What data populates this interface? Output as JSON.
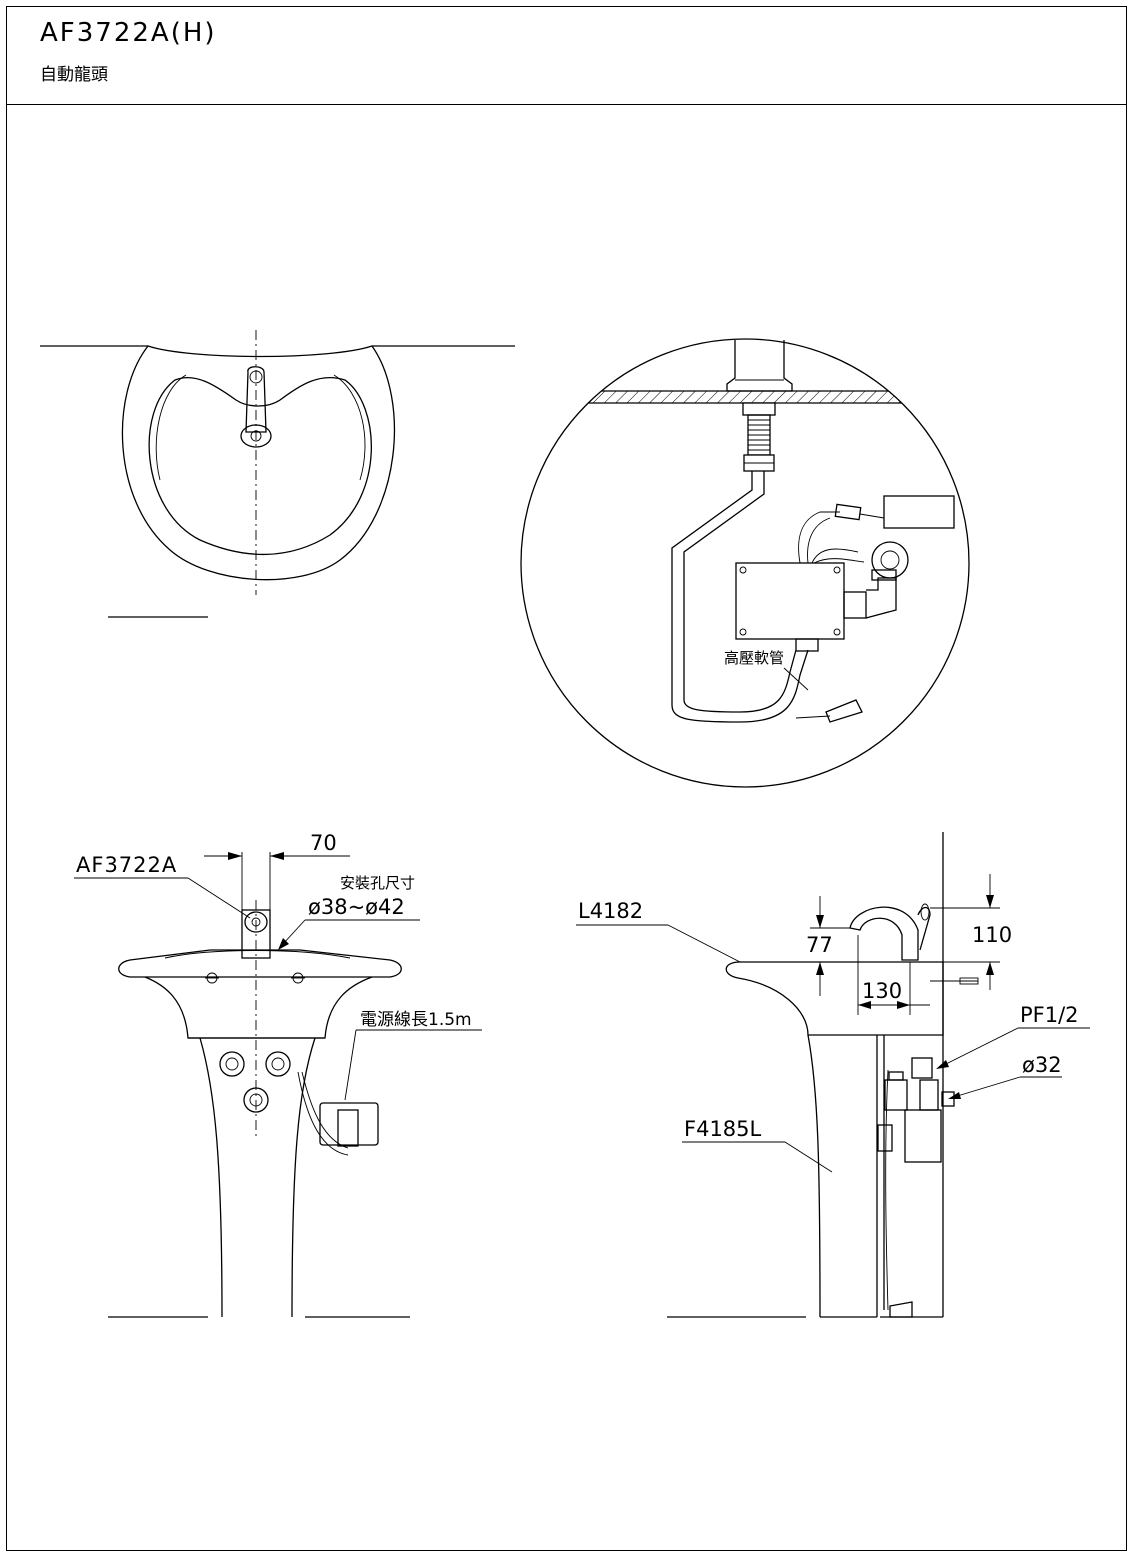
{
  "header": {
    "model_title": "AF3722A(H)",
    "subtitle": "自動龍頭"
  },
  "detail_view": {
    "hose_label": "高壓軟管"
  },
  "front_view": {
    "model_label": "AF3722A",
    "offset_dim": "70",
    "hole_title": "安裝孔尺寸",
    "hole_dim": "ø38~ø42",
    "cable_label": "電源線長1.5m"
  },
  "side_view": {
    "basin_label": "L4182",
    "pedestal_label": "F4185L",
    "dim_spout_height": "77",
    "dim_total_height": "110",
    "dim_reach": "130",
    "inlet_thread": "PF1/2",
    "outlet_dia": "ø32"
  }
}
